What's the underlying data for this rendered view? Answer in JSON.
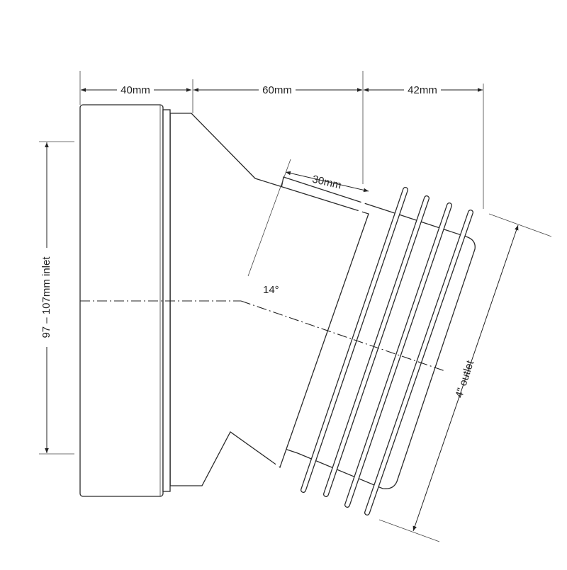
{
  "dimensions": {
    "inlet_length": "40mm",
    "body_length": "60mm",
    "outlet_length": "42mm",
    "rib_pitch": "30mm",
    "angle": "14°",
    "inlet_diameter": "97 – 107mm inlet",
    "outlet_diameter": "4\" outlet"
  },
  "colors": {
    "line": "#2a2a2a",
    "background": "#ffffff"
  }
}
